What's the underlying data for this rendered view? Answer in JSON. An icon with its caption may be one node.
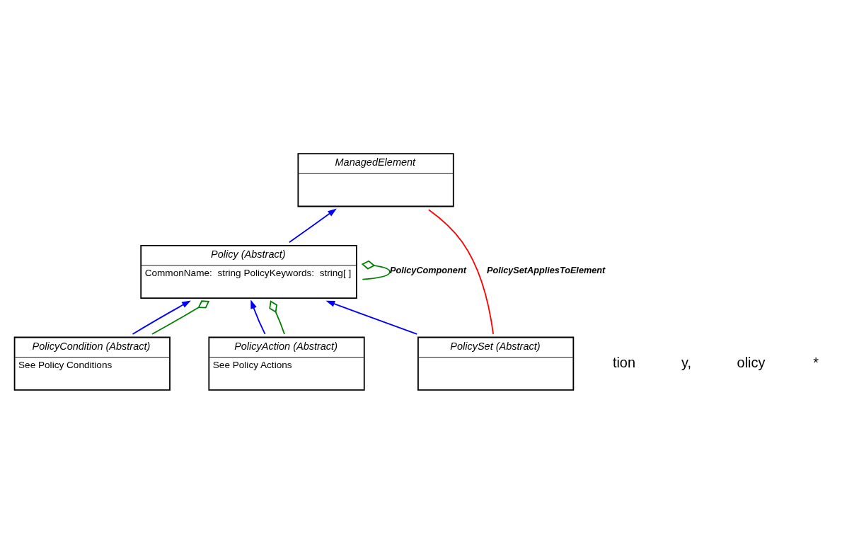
{
  "diagram": {
    "nodes": [
      {
        "text": [
          "ManagedElement"
        ]
      },
      {
        "text": [
          "Policy (Abstract)",
          "CommonName:  string PolicyKeywords:  string[ ]"
        ]
      },
      {
        "text": [
          "PolicyCondition (Abstract)",
          "See Policy Conditions"
        ]
      },
      {
        "text": [
          "PolicySet (Abstract)"
        ]
      },
      {
        "text": [
          "PolicyAction (Abstract)",
          "See Policy Actions"
        ]
      }
    ],
    "edges": [
      {
        "from": 1,
        "to": 0,
        "arrow": "to"
      },
      {
        "from": 3,
        "to": 1,
        "arrow": "to"
      },
      {
        "from": 2,
        "to": 1,
        "arrow": "to"
      },
      {
        "from": 4,
        "to": 1,
        "arrow": "to"
      },
      {
        "from": 3,
        "to": 0,
        "arrow": "none",
        "label": "PolicySetAppliesToElement",
        "color": "#ff0000"
      },
      {
        "from": 1,
        "to": 1,
        "arrow": "other",
        "label": "PolicyComponent",
        "color": "#008000"
      },
      {
        "from": 2,
        "to": 1,
        "arrow": "other",
        "color": "#008000"
      },
      {
        "from": 4,
        "to": 1,
        "arrow": "other",
        "color": "#008000"
      }
    ],
    "labels": [
      "tion",
      "y,",
      "olicy",
      "*"
    ]
  }
}
